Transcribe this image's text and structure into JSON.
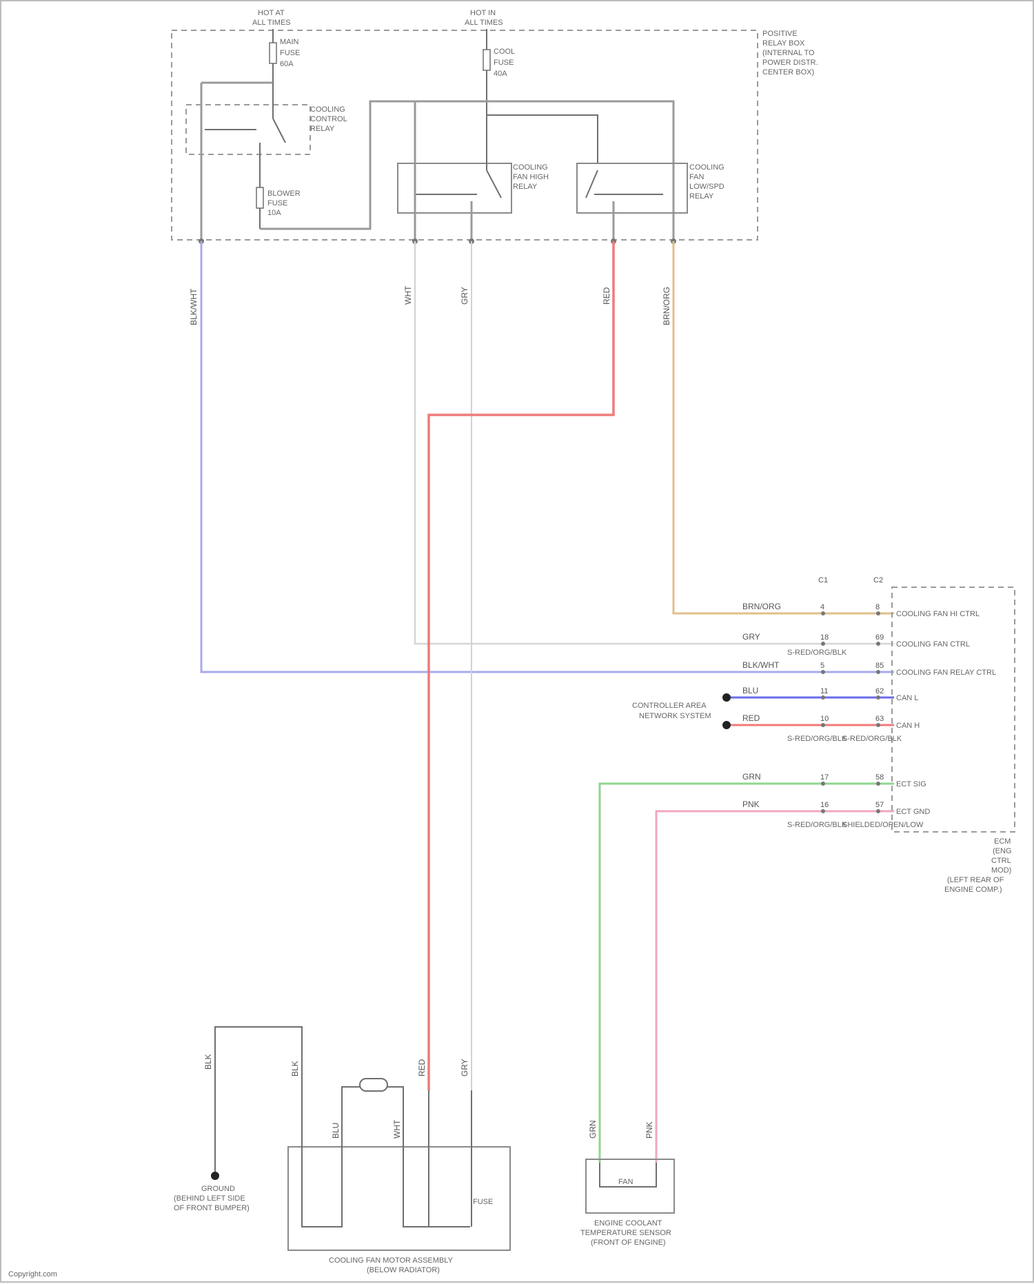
{
  "fuse_labels": {
    "hot_at_all_times_1": [
      "HOT AT",
      "ALL TIMES"
    ],
    "hot_at_all_times_2": [
      "HOT IN",
      "ALL TIMES"
    ],
    "fuse_block": [
      "POSITIVE",
      "RELAY BOX",
      "(INTERNAL TO",
      "POWER DISTR.",
      "CENTER BOX)"
    ],
    "fuse_1": [
      "MAIN",
      "FUSE",
      "60A"
    ],
    "fuse_2": [
      "COOL",
      "FUSE",
      "40A"
    ],
    "fuse_3": [
      "BLOWER",
      "FUSE",
      "10A"
    ]
  },
  "relays": {
    "control": [
      "COOLING",
      "CONTROL",
      "RELAY"
    ],
    "fan_high": [
      "COOLING",
      "FAN HIGH",
      "RELAY"
    ],
    "fan_low": [
      "COOLING",
      "FAN",
      "LOW/SPD",
      "RELAY"
    ]
  },
  "top_wire_labels": {
    "w1": "BLK/WHT",
    "w2": "WHT",
    "w3": "GRY",
    "w4": "RED",
    "w5": "BRN/ORG"
  },
  "ecm": {
    "title": [
      "ECM",
      "(ENG",
      "CTRL",
      "MOD)",
      "(LEFT REAR OF",
      "ENGINE COMP.)"
    ],
    "connector_top": [
      "C1",
      "C2"
    ],
    "rows": [
      {
        "wire": "BRN/ORG",
        "pin1": "4",
        "pin2": "8",
        "label": "COOLING FAN HI CTRL",
        "color": "#e0bf8a"
      },
      {
        "wire": "GRY",
        "pin1": "18",
        "pin2": "69",
        "label": "COOLING FAN CTRL",
        "color": "#cfcfcf"
      },
      {
        "wire": "BLK/WHT",
        "pin1": "5",
        "pin2": "85",
        "label": "COOLING FAN RELAY CTRL",
        "color": "#a8a8ee"
      },
      {
        "wire": "BLU",
        "pin1": "11",
        "pin2": "62",
        "label": "CAN L",
        "color": "#6a6aee"
      },
      {
        "wire": "RED",
        "pin1": "10",
        "pin2": "63",
        "label": "CAN H",
        "color": "#f07a7a"
      },
      {
        "wire": "GRN",
        "pin1": "17",
        "pin2": "58",
        "label": "ECT SIG",
        "color": "#8fd68f"
      },
      {
        "wire": "PNK",
        "pin1": "16",
        "pin2": "57",
        "label": "ECT GND",
        "color": "#f2a6c2"
      }
    ],
    "splice_labels": [
      "S-RED/ORG/BLK",
      "S-RED/ORG/BLK"
    ],
    "splice_labels_2": [
      "S-RED/ORG/BLK",
      "S-RED/ORG/BLK"
    ],
    "connector_labels": [
      "SHIELDED/OPEN/LOW"
    ],
    "can_note": [
      "CONTROLLER AREA",
      "NETWORK SYSTEM"
    ]
  },
  "bottom": {
    "ground_label": [
      "GROUND",
      "(BEHIND LEFT SIDE",
      "OF FRONT BUMPER)"
    ],
    "fan_assembly_label": [
      "COOLING FAN MOTOR ASSEMBLY",
      "(BELOW RADIATOR)"
    ],
    "ect_sensor_label": [
      "ENGINE COOLANT",
      "TEMPERATURE SENSOR",
      "(FRONT OF ENGINE)"
    ],
    "resistor_label": "FUSE",
    "pin_labels": [
      "BLK",
      "BLK",
      "BLU",
      "WHT",
      "RED",
      "GRY",
      "GRN",
      "PNK"
    ],
    "fan_resistor": "FAN"
  },
  "watermark": "Copyright.com"
}
